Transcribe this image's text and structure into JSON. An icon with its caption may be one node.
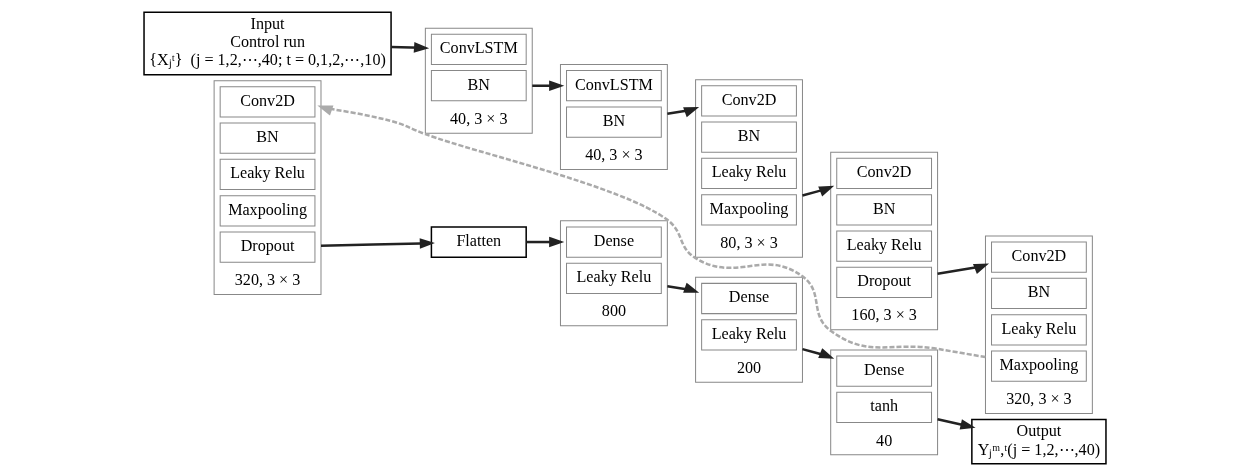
{
  "diagram": {
    "nodes": [
      {
        "text": [
          "Input",
          "Control run",
          "{Xⱼᵗ}  (j = 1,2,⋯,40; t = 0,1,2,⋯,10)"
        ]
      },
      {
        "text": [],
        "shape": "box",
        "beside": [
          "40, 3 × 3"
        ]
      },
      {
        "text": [
          "ConvLSTM"
        ],
        "in": 1
      },
      {
        "text": [
          "BN"
        ],
        "in": 1
      },
      {
        "text": [],
        "shape": "box",
        "beside": [
          "40, 3 × 3"
        ]
      },
      {
        "text": [
          "ConvLSTM"
        ],
        "in": 4
      },
      {
        "text": [
          "BN"
        ],
        "in": 4
      },
      {
        "text": [],
        "shape": "box",
        "beside": [
          "80, 3 × 3"
        ]
      },
      {
        "text": [
          "Conv2D"
        ],
        "in": 7
      },
      {
        "text": [
          "BN"
        ],
        "in": 7
      },
      {
        "text": [
          "Leaky Relu"
        ],
        "in": 7
      },
      {
        "text": [
          "Maxpooling"
        ],
        "in": 7
      },
      {
        "text": [],
        "shape": "box",
        "beside": [
          "160, 3 × 3"
        ]
      },
      {
        "text": [
          "Conv2D"
        ],
        "in": 12
      },
      {
        "text": [
          "BN"
        ],
        "in": 12
      },
      {
        "text": [
          "Leaky Relu"
        ],
        "in": 12
      },
      {
        "text": [
          "Dropout"
        ],
        "in": 12
      },
      {
        "text": [],
        "shape": "box",
        "beside": [
          "320, 3 × 3"
        ]
      },
      {
        "text": [
          "Conv2D"
        ],
        "in": 17
      },
      {
        "text": [
          "BN"
        ],
        "in": 17
      },
      {
        "text": [
          "Leaky Relu"
        ],
        "in": 17
      },
      {
        "text": [
          "Maxpooling"
        ],
        "in": 17
      },
      {
        "text": [],
        "shape": "box",
        "beside": [
          "320, 3 × 3"
        ]
      },
      {
        "text": [
          "Conv2D"
        ],
        "in": 22
      },
      {
        "text": [
          "BN"
        ],
        "in": 22
      },
      {
        "text": [
          "Leaky Relu"
        ],
        "in": 22
      },
      {
        "text": [
          "Maxpooling"
        ],
        "in": 22
      },
      {
        "text": [
          "Dropout"
        ],
        "in": 22
      },
      {
        "text": [
          "Flatten"
        ]
      },
      {
        "text": [],
        "shape": "box",
        "beside": [
          "800"
        ]
      },
      {
        "text": [
          "Dense"
        ],
        "in": 29
      },
      {
        "text": [
          "Leaky Relu"
        ],
        "in": 29
      },
      {
        "text": [],
        "shape": "box",
        "beside": [
          "200"
        ]
      },
      {
        "text": [
          "Dense"
        ],
        "in": 32
      },
      {
        "text": [
          "Leaky Relu"
        ],
        "in": 32
      },
      {
        "text": [],
        "shape": "box",
        "beside": [
          "40"
        ]
      },
      {
        "text": [
          "Dense"
        ],
        "in": 35
      },
      {
        "text": [
          "tanh"
        ],
        "in": 35
      },
      {
        "text": [
          "Output",
          "Yⱼᵐ,ᵗ(j = 1,2,⋯,40)"
        ]
      }
    ],
    "edges": [
      {
        "from": 0,
        "to": 1,
        "arrow": "to"
      },
      {
        "from": 1,
        "to": 4,
        "arrow": "to"
      },
      {
        "from": 4,
        "to": 7,
        "arrow": "to"
      },
      {
        "from": 7,
        "to": 12,
        "arrow": "to"
      },
      {
        "from": 12,
        "to": 17,
        "arrow": "to"
      },
      {
        "from": 17,
        "to": 22,
        "arrow": "to",
        "style": "dashed",
        "color": "#aaaaaa"
      },
      {
        "from": 22,
        "to": 28,
        "arrow": "to"
      },
      {
        "from": 28,
        "to": 29,
        "arrow": "to"
      },
      {
        "from": 29,
        "to": 32,
        "arrow": "to"
      },
      {
        "from": 32,
        "to": 35,
        "arrow": "to"
      },
      {
        "from": 35,
        "to": 38,
        "arrow": "to"
      }
    ]
  }
}
